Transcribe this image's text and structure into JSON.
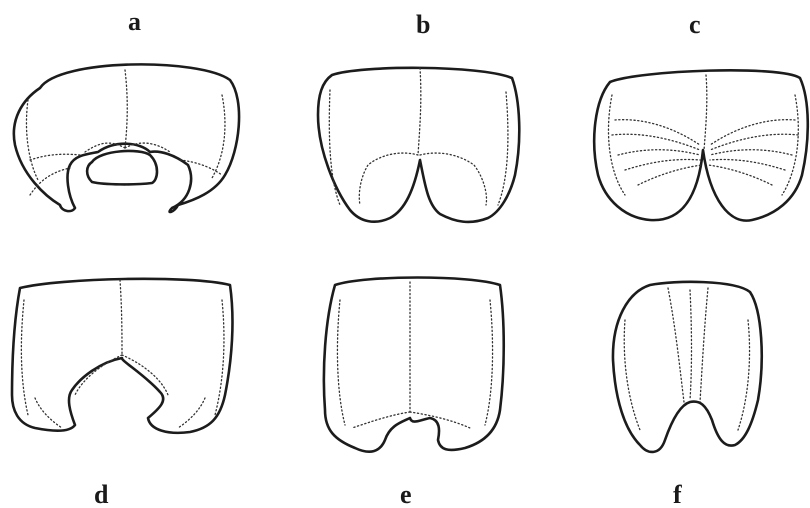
{
  "figure": {
    "panels": [
      {
        "id": "a",
        "label": "a"
      },
      {
        "id": "b",
        "label": "b"
      },
      {
        "id": "c",
        "label": "c"
      },
      {
        "id": "d",
        "label": "d"
      },
      {
        "id": "e",
        "label": "e"
      },
      {
        "id": "f",
        "label": "f"
      }
    ]
  },
  "colors": {
    "background": "#ffffff",
    "ink": "#1c1c1c"
  }
}
